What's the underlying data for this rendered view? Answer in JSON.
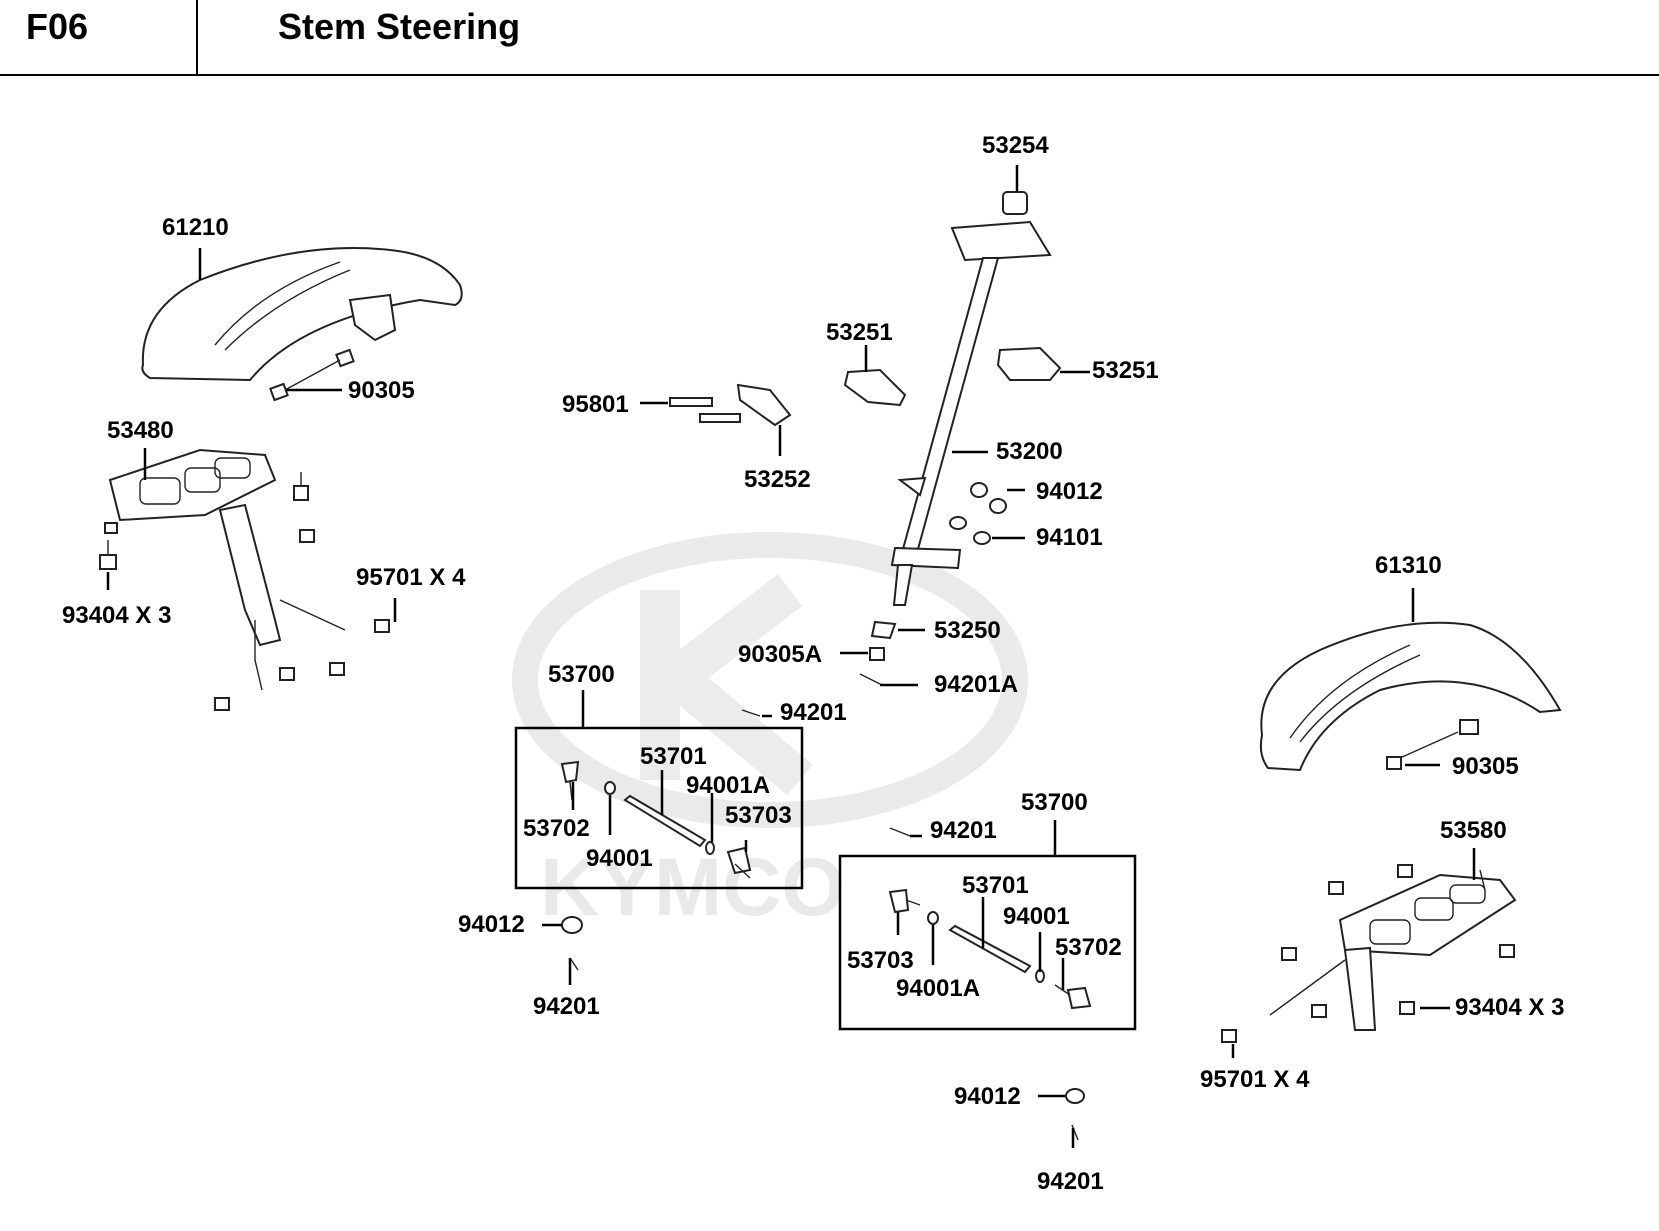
{
  "header": {
    "code": "F06",
    "title": "Stem Steering"
  },
  "watermark": "KYMCO",
  "labels": {
    "l53254": "53254",
    "l61210": "61210",
    "l90305_left": "90305",
    "l53251_a": "53251",
    "l53251_b": "53251",
    "l95801": "95801",
    "l53252": "53252",
    "l53200": "53200",
    "l53480": "53480",
    "l94012_top": "94012",
    "l94101": "94101",
    "l95701_left": "95701 X 4",
    "l93404_left": "93404 X 3",
    "l61310": "61310",
    "l53250": "53250",
    "l90305A": "90305A",
    "l94201A": "94201A",
    "l53700_left": "53700",
    "l94201_a": "94201",
    "l53701_left": "53701",
    "l94001A_left": "94001A",
    "l90305_right": "90305",
    "l53702_left": "53702",
    "l53703_left": "53703",
    "l94001_left": "94001",
    "l53700_right": "53700",
    "l94201_b": "94201",
    "l53580": "53580",
    "l53701_right": "53701",
    "l94012_mid": "94012",
    "l94001_right": "94001",
    "l53703_right": "53703",
    "l53702_right": "53702",
    "l94001A_right": "94001A",
    "l94201_c": "94201",
    "l93404_right": "93404 X 3",
    "l95701_right": "95701 X 4",
    "l94012_bottom": "94012",
    "l94201_d": "94201"
  }
}
